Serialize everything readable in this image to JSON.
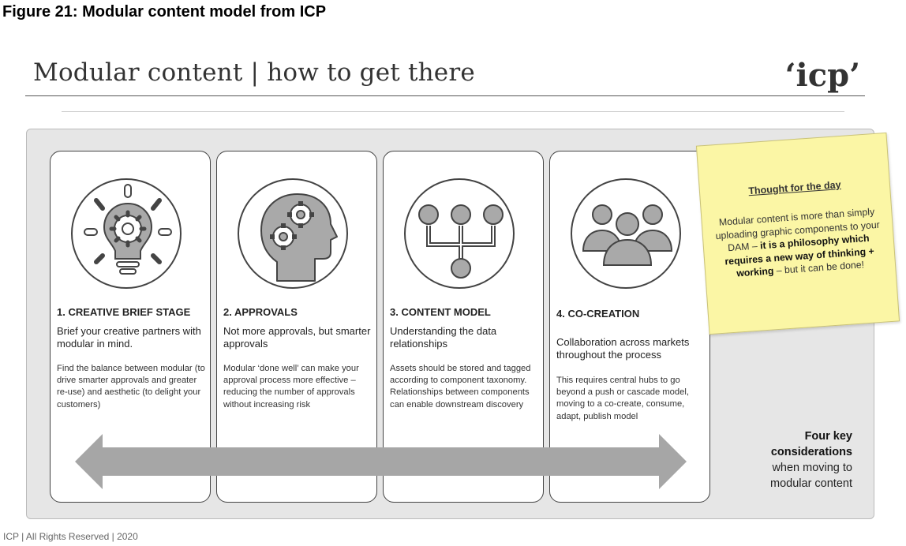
{
  "figure_title": "Figure 21: Modular content model from ICP",
  "slide": {
    "title": "Modular content | how to get there",
    "logo": "‘icp’"
  },
  "cards": [
    {
      "title": "1. CREATIVE BRIEF STAGE",
      "subtitle": "Brief your creative partners with modular in mind.",
      "body": "Find the balance between modular (to drive smarter approvals and greater re-use) and aesthetic (to delight your customers)",
      "icon": "lightbulb-gear-icon"
    },
    {
      "title": "2. APPROVALS",
      "subtitle": "Not more approvals, but smarter approvals",
      "body": "Modular ‘done well’ can make your approval process more effective – reducing the number of approvals without increasing risk",
      "icon": "head-gears-icon"
    },
    {
      "title": "3. CONTENT MODEL",
      "subtitle": "Understanding the data relationships",
      "body": "Assets should be stored and tagged according to component taxonomy. Relationships between components can enable downstream discovery",
      "icon": "hierarchy-icon"
    },
    {
      "title": "4. CO-CREATION",
      "subtitle": "Collaboration across markets throughout the process",
      "body": "This requires central hubs to go beyond a push or cascade model, moving to a co-create, consume, adapt, publish model",
      "icon": "people-group-icon"
    }
  ],
  "note": {
    "title": "Thought for the day",
    "body_intro": "Modular content is more than simply uploading graphic components to your DAM –",
    "body_bold": "it is a philosophy which requires a new way of thinking + working",
    "body_end": "– but it can be done!"
  },
  "side_text": {
    "bold": "Four key considerations",
    "rest": "when moving to modular content"
  },
  "footer": "ICP | All Rights Reserved | 2020",
  "colors": {
    "panel": "#e6e6e6",
    "note": "#fbf6a5",
    "arrow": "#a6a6a6",
    "icon_fill": "#a9a9a9"
  }
}
